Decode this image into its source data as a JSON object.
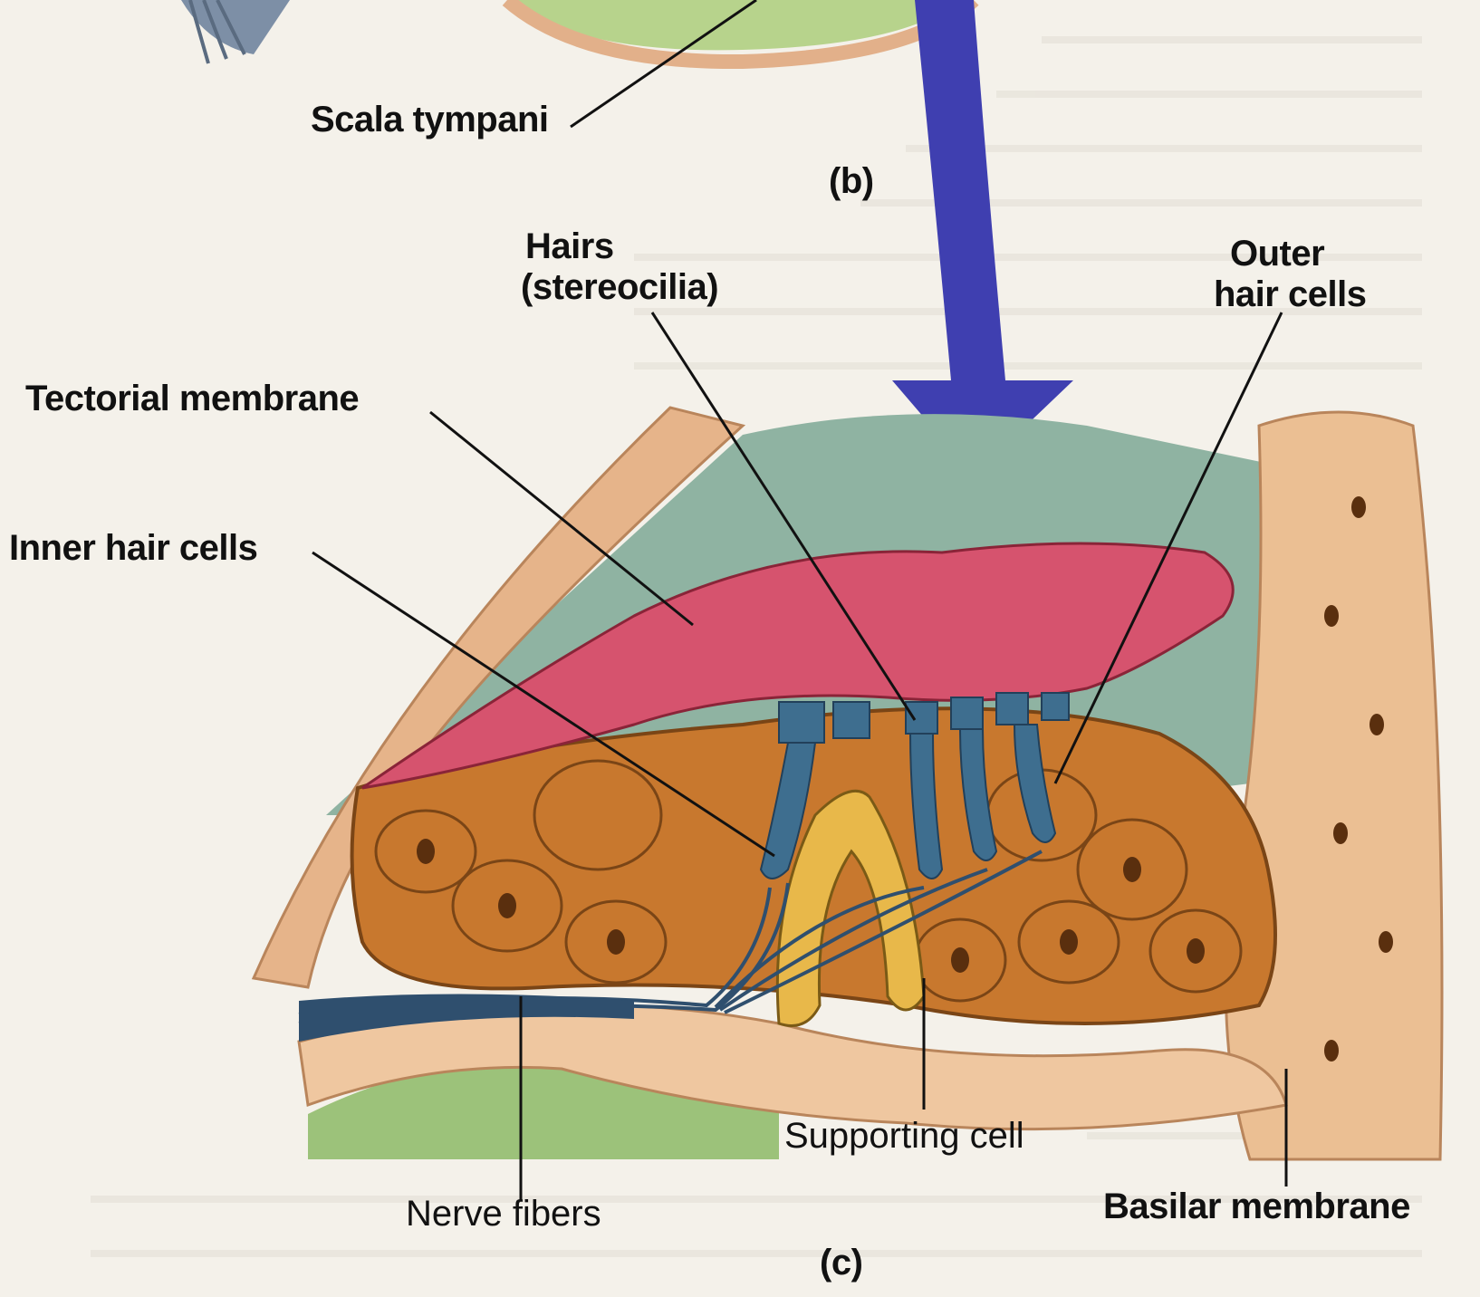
{
  "labels": {
    "scala_tympani": "Scala tympani",
    "panel_b": "(b)",
    "hairs_line1": "Hairs",
    "hairs_line2": "(stereocilia)",
    "outer_line1": "Outer",
    "outer_line2": "hair cells",
    "tectorial_membrane": "Tectorial membrane",
    "inner_hair_cells": "Inner hair cells",
    "supporting_cell": "Supporting cell",
    "nerve_fibers": "Nerve fibers",
    "basilar_membrane": "Basilar membrane",
    "panel_c": "(c)"
  },
  "colors": {
    "arrow": "#3f3fb0",
    "tectorial": "#d6536e",
    "fluid": "#8fb3a2",
    "tissue_orange": "#c8782e",
    "tissue_light": "#e9b98b",
    "supporting": "#e8b84a",
    "hair_cell_blue": "#3e6e8f",
    "nerve": "#2f4f6e",
    "green_floor": "#9cc27a"
  }
}
